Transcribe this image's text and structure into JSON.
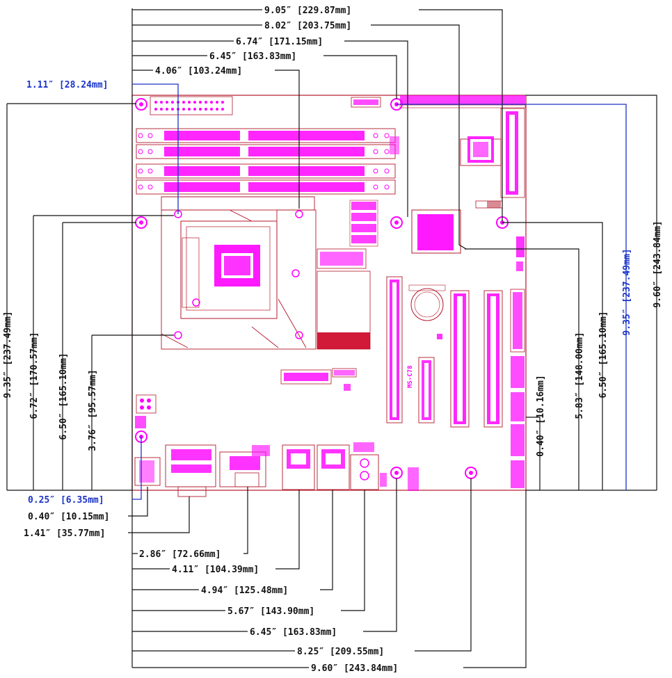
{
  "colors": {
    "board_outline": "#b2182b",
    "component": "#ff00ff",
    "dimension_line": "#111111",
    "highlight_dimension": "#1a33c8",
    "background": "#ffffff"
  },
  "board_model": "MS-C78",
  "dimensions": {
    "top": [
      {
        "text": "9.05″ [229.87mm]",
        "kind": "normal"
      },
      {
        "text": "8.02″ [203.75mm]",
        "kind": "normal"
      },
      {
        "text": "6.74″ [171.15mm]",
        "kind": "normal"
      },
      {
        "text": "6.45″ [163.83mm]",
        "kind": "normal"
      },
      {
        "text": "4.06″ [103.24mm]",
        "kind": "normal"
      },
      {
        "text": "1.11″ [28.24mm]",
        "kind": "highlight"
      }
    ],
    "bottom": [
      {
        "text": "0.25″ [6.35mm]",
        "kind": "highlight"
      },
      {
        "text": "0.40″ [10.15mm]",
        "kind": "normal"
      },
      {
        "text": "1.41″ [35.77mm]",
        "kind": "normal"
      },
      {
        "text": "2.86″ [72.66mm]",
        "kind": "normal"
      },
      {
        "text": "4.11″ [104.39mm]",
        "kind": "normal"
      },
      {
        "text": "4.94″ [125.48mm]",
        "kind": "normal"
      },
      {
        "text": "5.67″ [143.90mm]",
        "kind": "normal"
      },
      {
        "text": "6.45″ [163.83mm]",
        "kind": "normal"
      },
      {
        "text": "8.25″ [209.55mm]",
        "kind": "normal"
      },
      {
        "text": "9.60″ [243.84mm]",
        "kind": "normal"
      }
    ],
    "left": [
      {
        "text": "9.35″ [237.49mm]",
        "kind": "normal"
      },
      {
        "text": "6.72″ [170.57mm]",
        "kind": "normal"
      },
      {
        "text": "6.50″ [165.10mm]",
        "kind": "normal"
      },
      {
        "text": "3.76″ [95.57mm]",
        "kind": "normal"
      }
    ],
    "right": [
      {
        "text": "0.40″ [10.16mm]",
        "kind": "normal"
      },
      {
        "text": "5.83″ [148.00mm]",
        "kind": "normal"
      },
      {
        "text": "6.50″ [165.10mm]",
        "kind": "normal"
      },
      {
        "text": "9.35″ [237.49mm]",
        "kind": "highlight"
      },
      {
        "text": "9.60″ [243.84mm]",
        "kind": "normal"
      }
    ]
  }
}
